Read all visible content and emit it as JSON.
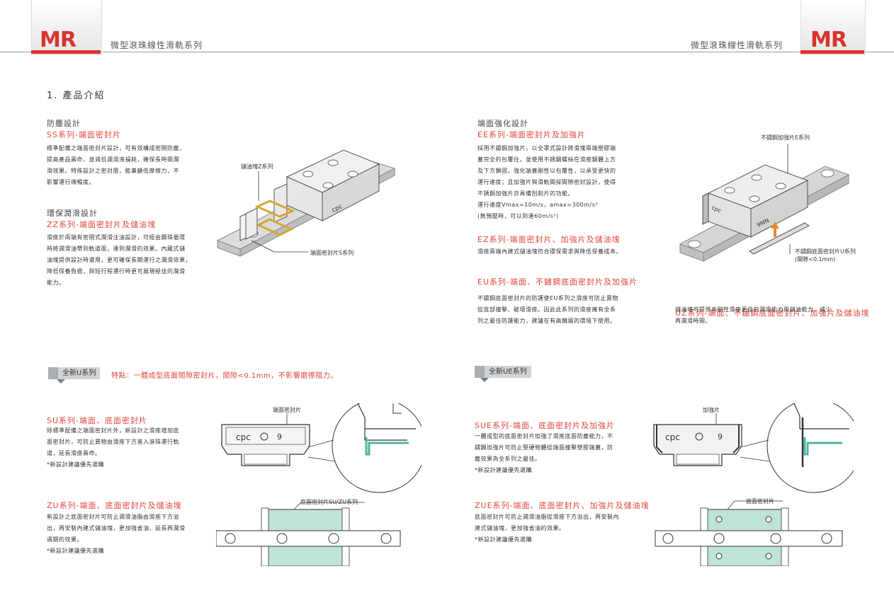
{
  "header": {
    "logo_left": "MR",
    "logo_right": "MR",
    "series_left": "微型滾珠線性滑軌系列",
    "series_right": "微型滾珠線性滑軌系列"
  },
  "section_title": "1. 產品介紹",
  "left": {
    "dust": {
      "heading": "防塵設計",
      "series": "SS系列-端面密封片",
      "body": [
        "標準配備之端面密封片設計，可有效構成密閉防塵，",
        "提高產品壽命，並減低潤滑液損耗，確保長時間潤",
        "滑效果。特殊設計之密封唇，能兼顧低摩擦力，不",
        "影響運行順暢度。"
      ]
    },
    "lube": {
      "heading": "環保潤滑設計",
      "series": "ZZ系列-端面密封片及儲油塊",
      "body": [
        "滑座於兩端有密閉式潤滑注油設計，可經由鋼珠循環",
        "時將潤滑油帶到軌道面，達到潤滑的效果。內藏式儲",
        "油塊提供設計時選用，更可確保長期運行之潤滑效果，",
        "降低保養負擔，與短行程運行時更可展現極佳的潤滑",
        "能力。"
      ]
    },
    "fig1": {
      "label_oil": "儲油塊Z系列",
      "label_seal": "端面密封片S系列",
      "brand": "cpc"
    },
    "newU": {
      "badge": "全新U系列",
      "feature": "特點：一體成型底面間隙密封片，間隙<0.1mm，不影響磨擦阻力。"
    },
    "su": {
      "series": "SU系列-端面、底面密封片",
      "body": [
        "除標準配備之端面密封片外，新設計之滑座增加底",
        "面密封片，可防止異物由滑座下方進入滾珠運行軌",
        "道，延長滑座壽命。",
        "*新設計建議優先選購"
      ]
    },
    "zu": {
      "series": "ZU系列-端面、底面密封片及儲油塊",
      "body": [
        "新設計之底面密封片可防止潤滑油脂由滑座下方溢",
        "出，再安裝內建式儲油塊，更加強省油、延長再潤滑",
        "週期的效果。",
        "*新設計建議優先選購"
      ]
    },
    "fig2": {
      "label_end": "端面密封片",
      "label_bottom": "底面密封片SU/ZU系列",
      "brand": "cpc",
      "size": "9"
    }
  },
  "right": {
    "reinforce": {
      "heading": "端面強化設計",
      "series": "EE系列-端面密封片及加強片",
      "body": [
        "採用不鏽鋼加強片，以全罩式設計將滑塊兩端塑膠端",
        "蓋完全的包覆住，並使用不銹鋼螺絲在滑座鋼體上方",
        "及下方鎖固，強化端蓋剛性以包覆性，以承受更快的",
        "運行速度；且加強片與滑軌間採間隙密封設計，使得",
        "不銹鋼加強片亦具備刮削片的功能。",
        "運行速度Vmax=10m/s，amax=300m/s²",
        "(無預壓時，可以到達60m/s²)"
      ]
    },
    "ez": {
      "series": "EZ系列-端面密封片、加強片及儲油塊",
      "body": [
        "滑座兩端內建式儲油塊符合環保需求與降低保養成本。"
      ]
    },
    "eu": {
      "series": "EU系列-端面、不鏽鋼底面密封片及加強片",
      "body": [
        "不鏽鋼底面密封片的防護使EU系列之滑座可防止異物",
        "從底部撞擊、破壞滑座。因此此系列的滑座擁有全系",
        "列之最佳防護能力，建議在有高鐵屑的環境下使用。"
      ]
    },
    "fig3": {
      "label_top": "不鏽鋼加強片E系列",
      "label_bottom_1": "不鏽鋼底面密封片U系列",
      "label_bottom_2": "(間隙<0.1mm)",
      "brand": "cpc",
      "model": "9MN"
    },
    "uz": {
      "series": "UZ系列-端面、不鏽鋼底面密封片、加強片及儲油塊",
      "body": [
        "儲油塊可提供高剛性滑座更佳的潤滑能力與儲油能力，減少",
        "再潤滑時間。"
      ]
    },
    "newUE": {
      "badge": "全新UE系列"
    },
    "sue": {
      "series": "SUE系列-端面、底面密封片及加強片",
      "body": [
        "一體成型的底面密封片加強了滑座底面防塵能力，不",
        "鏽鋼加強片可防止堅硬物體從端面撞擊塑膠端蓋，防",
        "塵效果為全系列之最佳。",
        "*新設計建議優先選購"
      ]
    },
    "zue": {
      "series": "ZUE系列-端面、底面密封片、加強片及儲油塊",
      "body": [
        "底面密封片可防止潤滑油脂從滑座下方溢出，再安裝內",
        "建式儲油塊，更加強省油的效果。",
        "*新設計建議優先選購"
      ]
    },
    "fig4": {
      "label_plate": "加強片",
      "label_bottom": "底面密封片",
      "brand": "cpc",
      "size": "9"
    }
  }
}
